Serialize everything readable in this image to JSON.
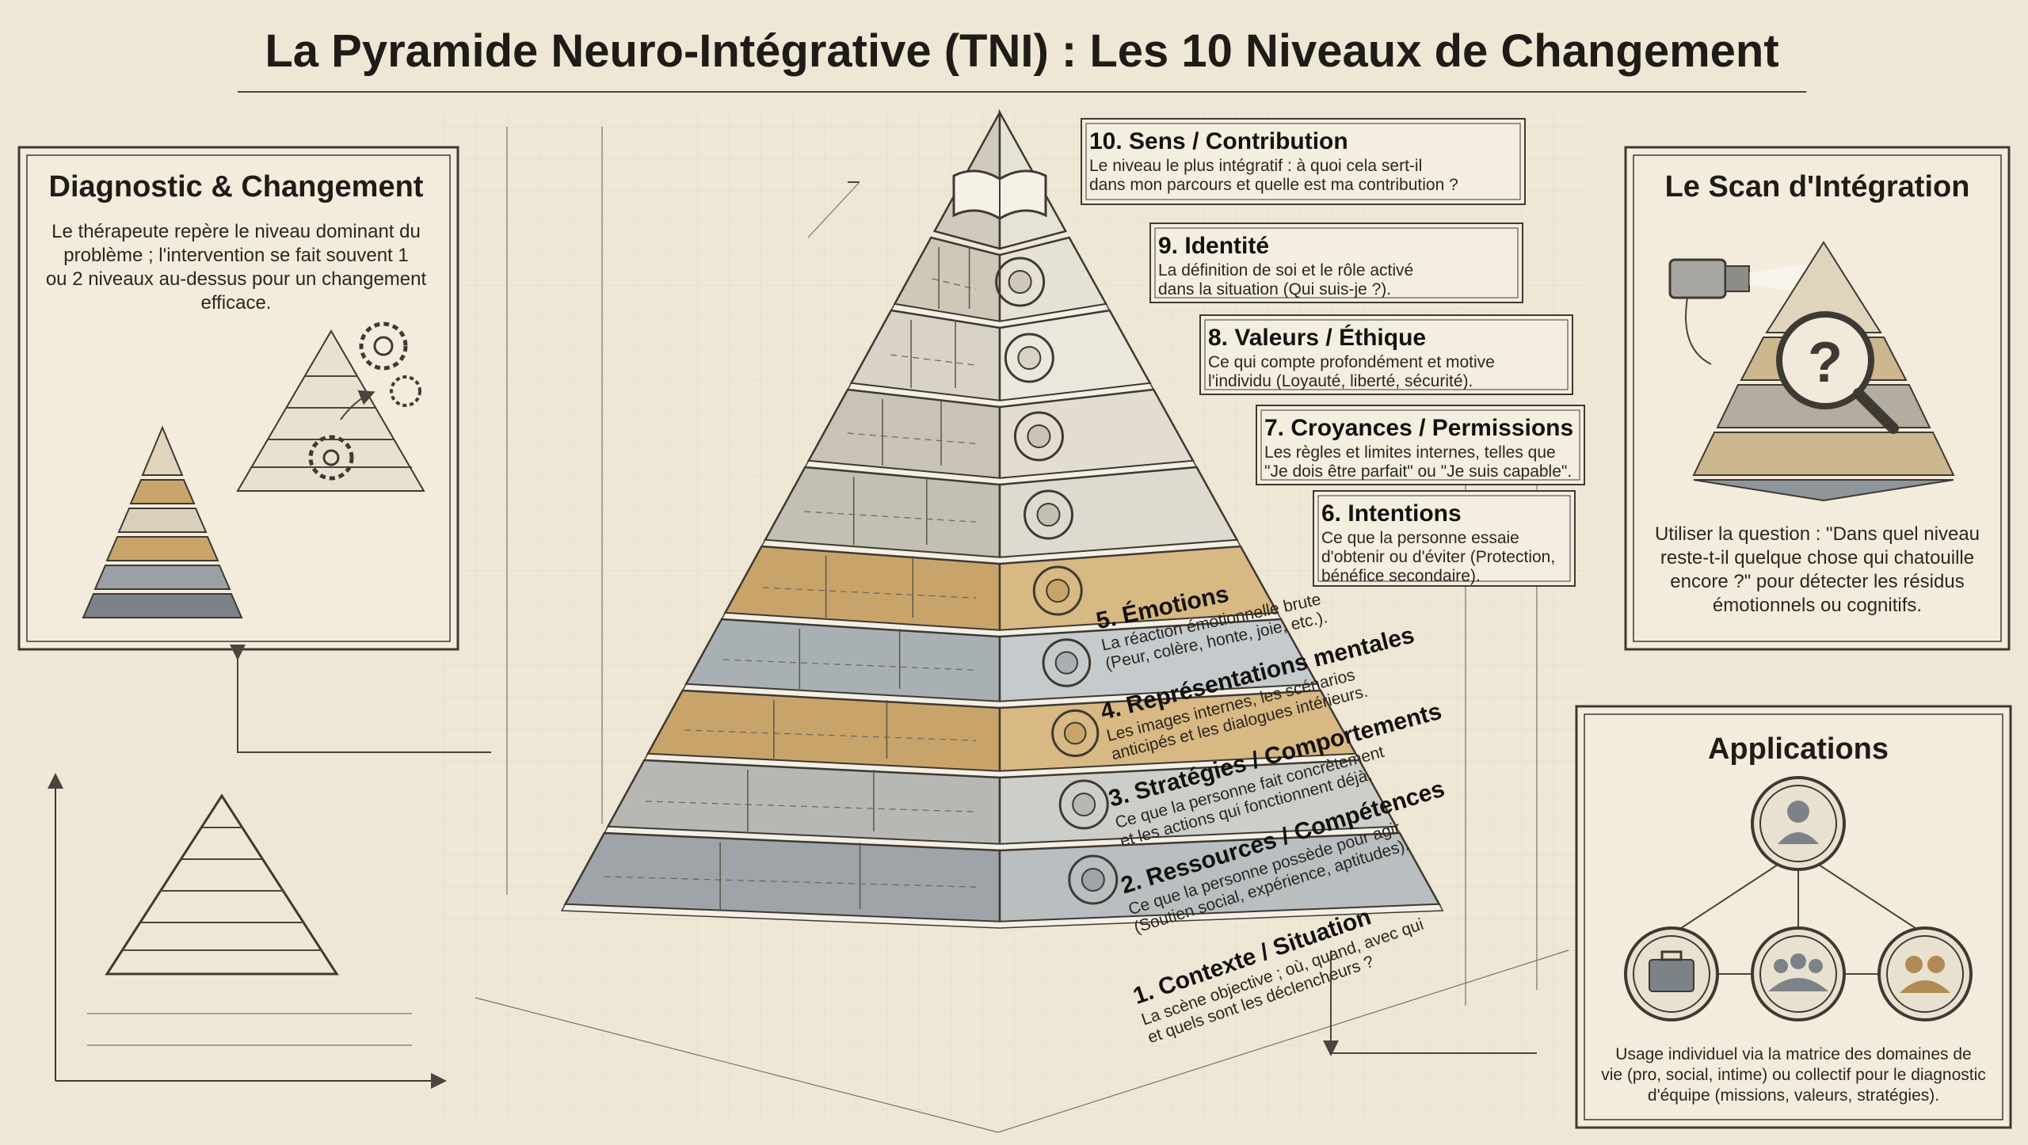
{
  "title": "La Pyramide Neuro-Intégrative (TNI) : Les 10 Niveaux de Changement",
  "diagnostic": {
    "title": "Diagnostic & Changement",
    "lines": [
      "Le thérapeute repère le niveau dominant du",
      "problème ; l'intervention se fait souvent 1",
      "ou 2 niveaux au-dessus pour un changement",
      "efficace."
    ]
  },
  "scan": {
    "title": "Le Scan d'Intégration",
    "lines": [
      "Utiliser la question : \"Dans quel niveau",
      "reste-t-il quelque chose qui chatouille",
      "encore ?\" pour détecter les résidus",
      "émotionnels ou cognitifs."
    ]
  },
  "applications": {
    "title": "Applications",
    "lines": [
      "Usage individuel via la matrice des domaines de",
      "vie (pro, social, intime) ou collectif pour le diagnostic",
      "d'équipe (missions, valeurs, stratégies)."
    ]
  },
  "levels": [
    {
      "title": "1. Contexte / Situation",
      "desc": [
        "La scène objective ; où, quand, avec qui",
        "et quels sont les déclencheurs ?"
      ],
      "icon": "compass-icon"
    },
    {
      "title": "2. Ressources / Compétences",
      "desc": [
        "Ce que la personne possède pour agir",
        "(Soutien social, expérience, aptitudes)."
      ],
      "icon": "toolbox-icon"
    },
    {
      "title": "3. Stratégies / Comportements",
      "desc": [
        "Ce que la personne fait concrètement",
        "et les actions qui fonctionnent déjà."
      ],
      "icon": "lightbulb-icon"
    },
    {
      "title": "4. Représentations mentales",
      "desc": [
        "Les images internes, les scénarios",
        "anticipés et les dialogues intérieurs."
      ],
      "icon": "brain-icon"
    },
    {
      "title": "5. Émotions",
      "desc": [
        "La réaction émotionnelle brute",
        "(Peur, colère, honte, joie, etc.)."
      ],
      "icon": "heart-icon"
    },
    {
      "title": "6. Intentions",
      "desc": [
        "Ce que la personne essaie",
        "d'obtenir ou d'éviter (Protection,",
        "bénéfice secondaire)."
      ],
      "icon": "target-icon"
    },
    {
      "title": "7. Croyances / Permissions",
      "desc": [
        "Les règles et limites internes, telles que",
        "\"Je dois être parfait\" ou \"Je suis capable\"."
      ],
      "icon": "scroll-icon"
    },
    {
      "title": "8. Valeurs / Éthique",
      "desc": [
        "Ce qui compte profondément et motive",
        "l'individu (Loyauté, liberté, sécurité)."
      ],
      "icon": "anchor-icon"
    },
    {
      "title": "9. Identité",
      "desc": [
        "La définition de soi et le rôle activé",
        "dans la situation (Qui suis-je ?)."
      ],
      "icon": "fingerprint-icon"
    },
    {
      "title": "10. Sens / Contribution",
      "desc": [
        "Le niveau le plus intégratif : à quoi cela sert-il",
        "dans mon parcours et quelle est ma contribution ?"
      ],
      "icon": "globe-icon"
    }
  ],
  "colors": {
    "paper": "#efe7d6",
    "ink": "#1f1c18",
    "sepia": "#c9a46a",
    "slate": "#8f959a",
    "stone": "#d9d3c5"
  }
}
